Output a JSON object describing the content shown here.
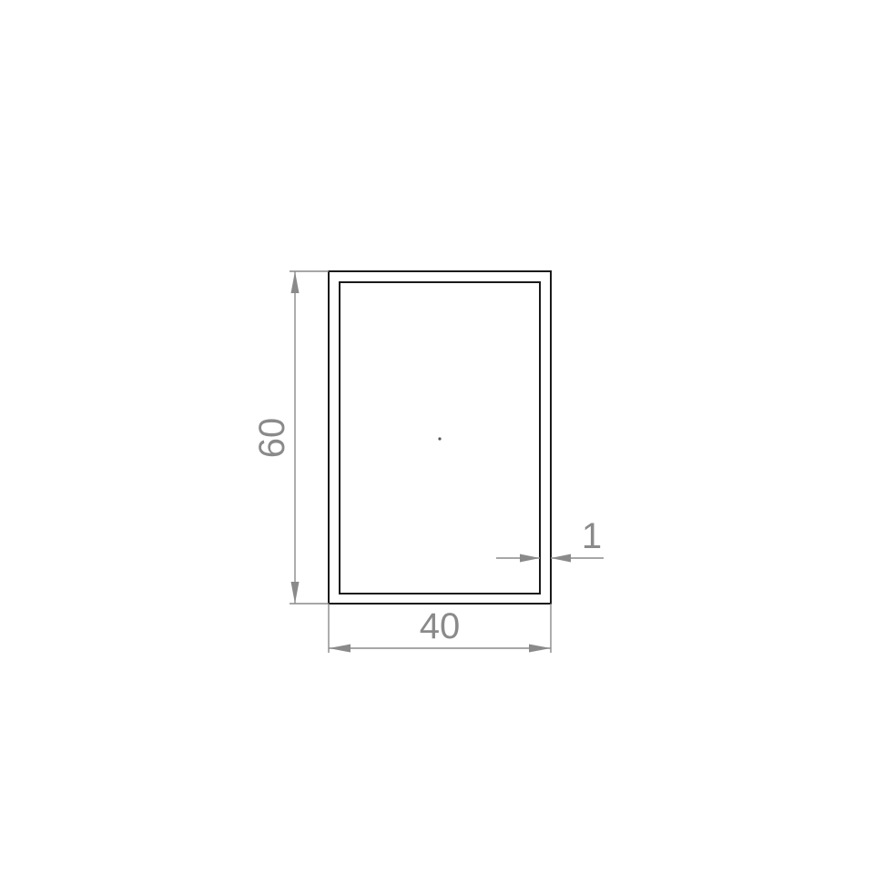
{
  "diagram": {
    "dimensions": {
      "height_label": "60",
      "width_label": "40",
      "wall_label": "1"
    },
    "colors": {
      "outline": "#1a1a1a",
      "dimension": "#8a8a8a",
      "background": "#ffffff"
    }
  }
}
